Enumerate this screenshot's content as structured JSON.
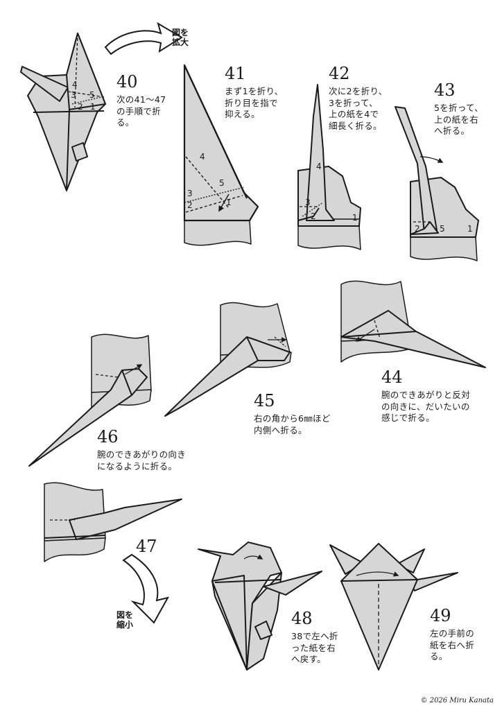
{
  "colors": {
    "paper": "#d6d6d6",
    "ink": "#1a1a1a",
    "background": "#ffffff"
  },
  "callouts": {
    "enlarge": "図を\n拡大",
    "shrink": "図を\n縮小"
  },
  "steps": [
    {
      "number": "40",
      "text": "次の41〜47\nの手順で折\nる。",
      "labels": [
        "4",
        "3",
        "5",
        "2",
        "1"
      ]
    },
    {
      "number": "41",
      "text": "まず1を折り、\n折り目を指で\n抑える。",
      "labels": [
        "4",
        "3",
        "5",
        "2",
        "1"
      ]
    },
    {
      "number": "42",
      "text": "次に2を折り、\n3を折って、\n上の紙を4で\n細長く折る。",
      "labels": [
        "4",
        "3",
        "2",
        "1"
      ]
    },
    {
      "number": "43",
      "text": "5を折って、\n上の紙を右\nへ折る。",
      "labels": [
        "2",
        "5",
        "1"
      ]
    },
    {
      "number": "44",
      "text": "腕のできあがりと反対\nの向きに、だいたいの\n感じで折る。"
    },
    {
      "number": "45",
      "text": "右の角から6㎜ほど\n内側へ折る。"
    },
    {
      "number": "46",
      "text": "腕のできあがりの向き\nになるように折る。"
    },
    {
      "number": "47",
      "text": ""
    },
    {
      "number": "48",
      "text": "38で左へ折\nった紙を右\nへ戻す。"
    },
    {
      "number": "49",
      "text": "左の手前の\n紙を右へ折\nる。"
    }
  ],
  "copyright": "© 2026 Miru Kanata"
}
